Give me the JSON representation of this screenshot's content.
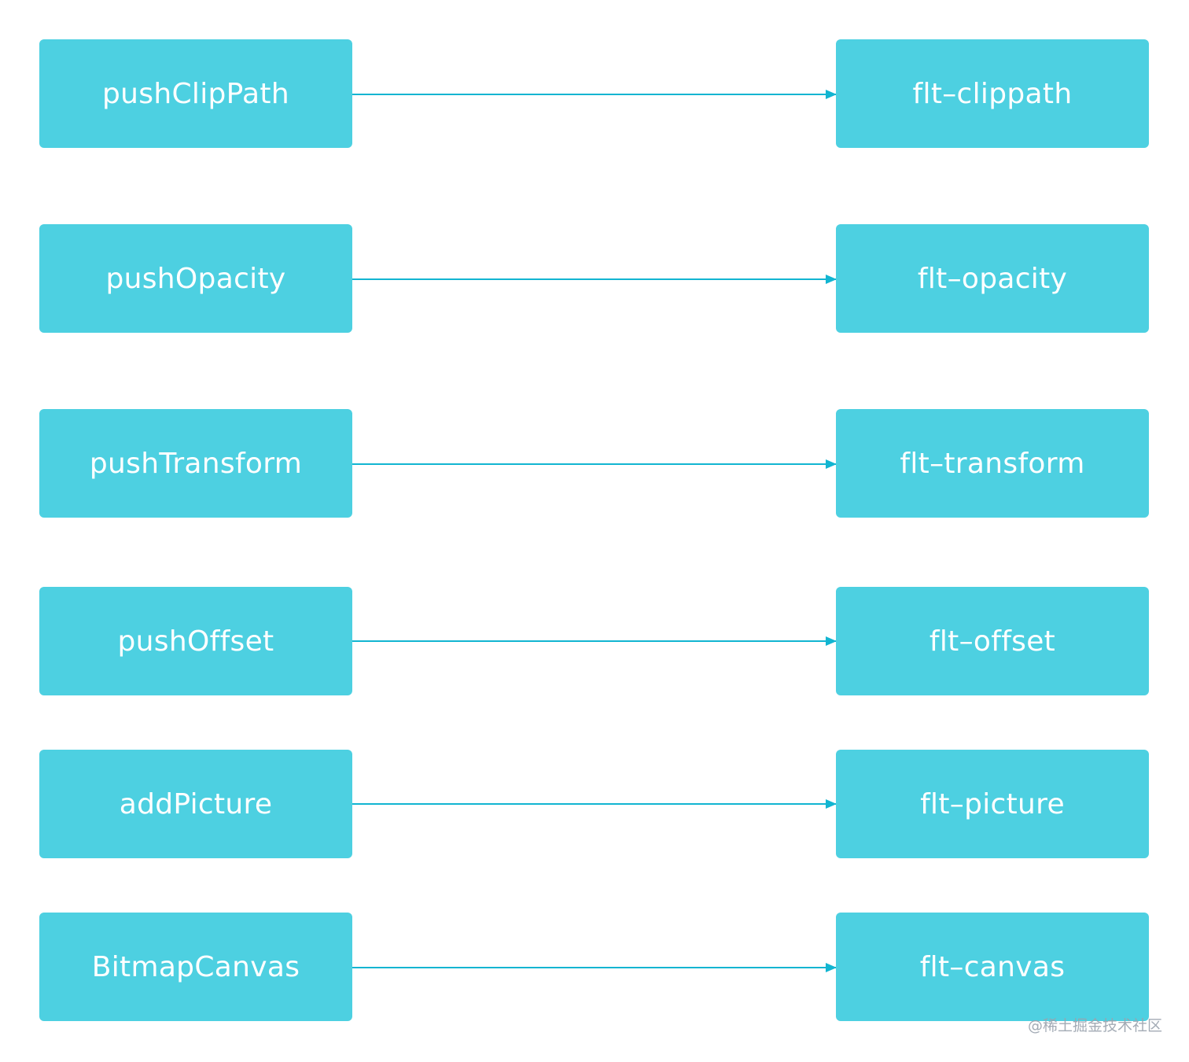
{
  "mappings": [
    {
      "from": "pushClipPath",
      "to": "flt–clippath"
    },
    {
      "from": "pushOpacity",
      "to": "flt–opacity"
    },
    {
      "from": "pushTransform",
      "to": "flt–transform"
    },
    {
      "from": "pushOffset",
      "to": "flt–offset"
    },
    {
      "from": "addPicture",
      "to": "flt–picture"
    },
    {
      "from": "BitmapCanvas",
      "to": "flt–canvas"
    }
  ],
  "colors": {
    "node_fill": "#4dd0e1",
    "node_text": "#ffffff",
    "arrow": "#12b5d1"
  },
  "watermark": "@稀土掘金技术社区"
}
